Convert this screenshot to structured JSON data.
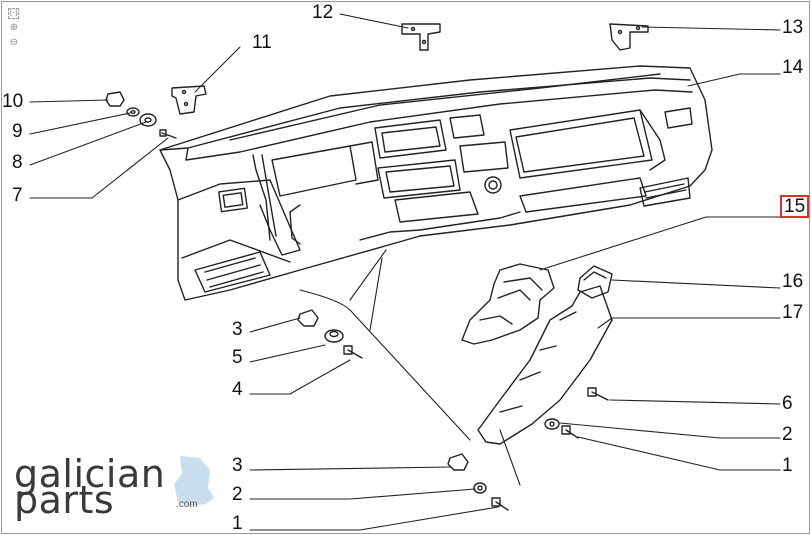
{
  "viewer": {
    "zoom_reset": "[·]",
    "zoom_in": "⊕",
    "zoom_out": "⊖"
  },
  "colors": {
    "callout_highlight": "#d9322a",
    "logo_accent": "#c9dff0"
  },
  "callouts": {
    "c1a": "1",
    "c1b": "1",
    "c2a": "2",
    "c2b": "2",
    "c3a": "3",
    "c3b": "3",
    "c4": "4",
    "c5": "5",
    "c6": "6",
    "c7": "7",
    "c8": "8",
    "c9": "9",
    "c10": "10",
    "c11": "11",
    "c12": "12",
    "c13": "13",
    "c14": "14",
    "c15": "15",
    "c16": "16",
    "c17": "17"
  },
  "logo": {
    "line1": "galician",
    "line2": "parts",
    "domain": ".com"
  }
}
